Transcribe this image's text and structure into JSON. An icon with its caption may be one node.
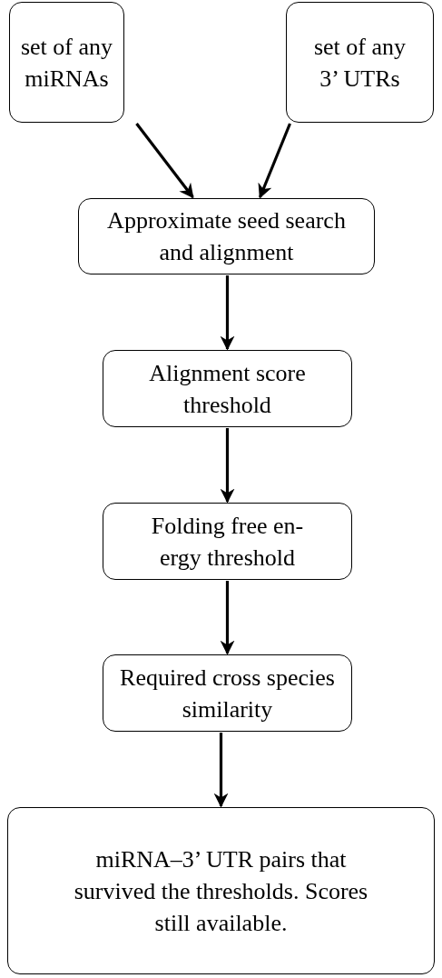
{
  "diagram": {
    "nodes": [
      {
        "text": [
          "set of any miRNAs"
        ]
      },
      {
        "text": [
          "set of any 3’ UTRs"
        ]
      },
      {
        "text": [
          "Approximate seed search and alignment"
        ]
      },
      {
        "text": [
          "Alignment score threshold"
        ]
      },
      {
        "text": [
          "Folding free en- ergy threshold"
        ]
      },
      {
        "text": [
          "Required cross species similarity"
        ]
      },
      {
        "text": [
          "miRNA–3’ UTR pairs that survived the thresholds. Scores still available."
        ]
      }
    ],
    "edges": [
      {
        "from": 0,
        "to": 2,
        "arrow": "to"
      },
      {
        "from": 1,
        "to": 2,
        "arrow": "to"
      },
      {
        "from": 2,
        "to": 3,
        "arrow": "to"
      },
      {
        "from": 3,
        "to": 4,
        "arrow": "to"
      },
      {
        "from": 4,
        "to": 5,
        "arrow": "to"
      },
      {
        "from": 5,
        "to": 6,
        "arrow": "to"
      }
    ]
  }
}
